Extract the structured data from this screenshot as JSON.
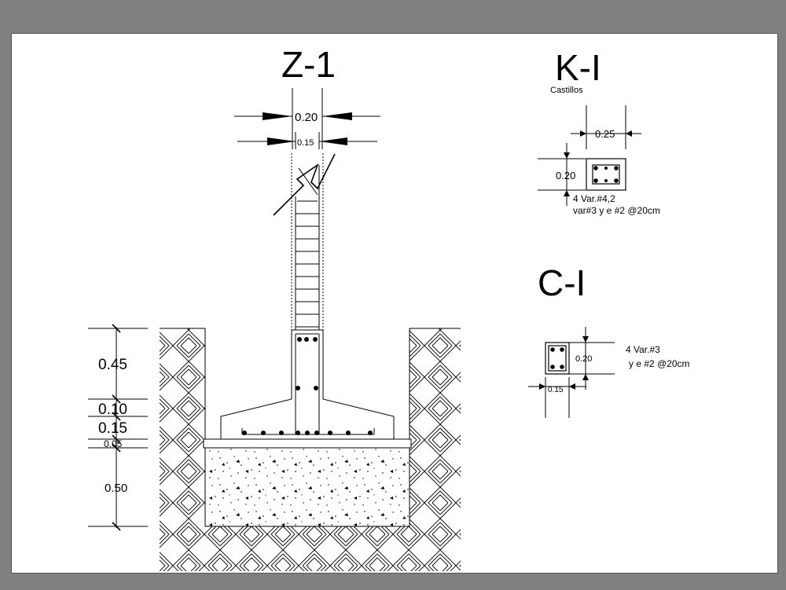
{
  "z1": {
    "title": "Z-1",
    "dim_top_outer": "0.20",
    "dim_top_inner": "0.15",
    "levels": [
      "0.45",
      "0.10",
      "0.15",
      "0.05",
      "0.50"
    ]
  },
  "k1": {
    "title": "K-I",
    "subtitle": "Castillos",
    "width": "0.25",
    "height": "0.20",
    "note_bars": "4 Var.#4,2",
    "note_stirrups": "var#3 y e #2 @20cm"
  },
  "c1": {
    "title": "C-I",
    "height": "0.20",
    "width": "0.15",
    "note_bars": "4 Var.#3",
    "note_stirrups": "y e #2 @20cm"
  }
}
